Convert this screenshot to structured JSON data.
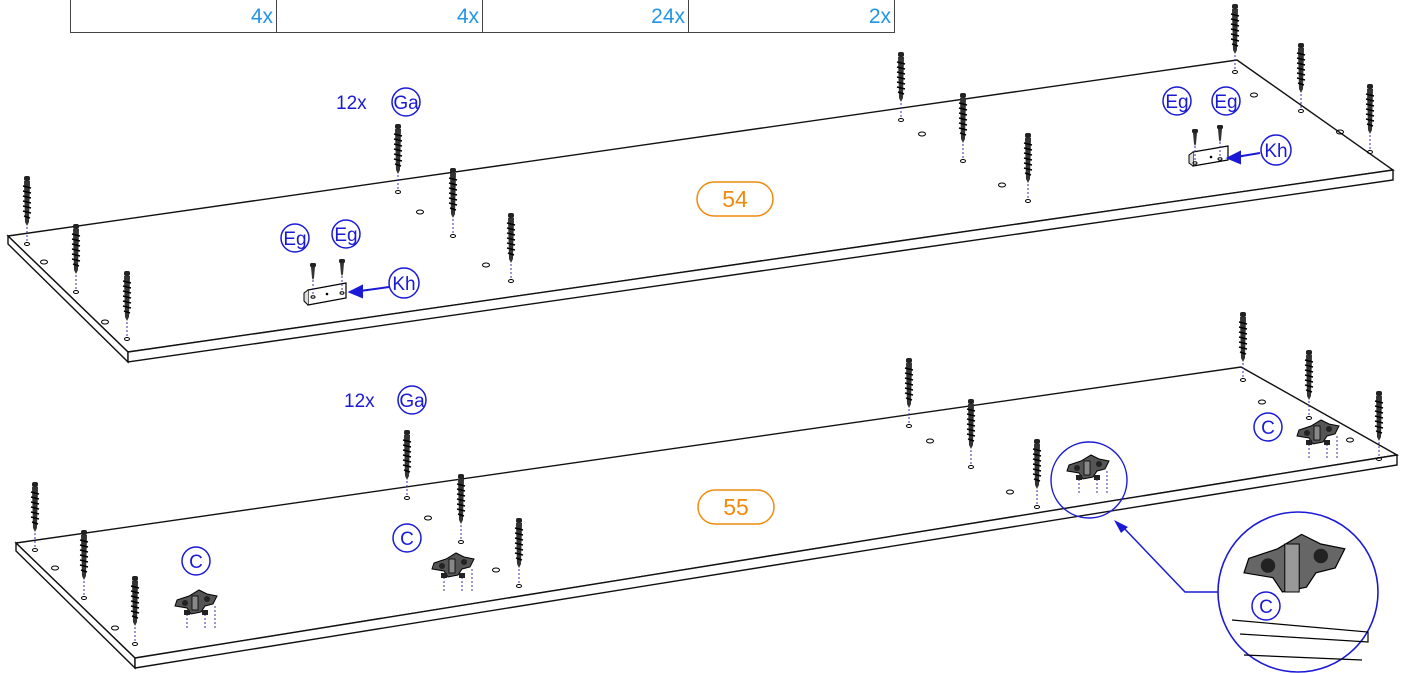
{
  "quantities": [
    "4x",
    "4x",
    "24x",
    "2x"
  ],
  "panels": [
    {
      "number": "54",
      "screw_count_label": "12x",
      "screw_code": "Ga",
      "bracket_groups": [
        {
          "screw_codes": [
            "Eg",
            "Eg"
          ],
          "bracket_code": "Kh"
        },
        {
          "screw_codes": [
            "Eg",
            "Eg"
          ],
          "bracket_code": "Kh"
        }
      ]
    },
    {
      "number": "55",
      "screw_count_label": "12x",
      "screw_code": "Ga",
      "hinge_plate_code": "C",
      "detail_code": "C"
    }
  ],
  "colors": {
    "label": "#1a1ad6",
    "quantity": "#2196e8",
    "part_number": "#f08a0c",
    "line": "#111111"
  }
}
